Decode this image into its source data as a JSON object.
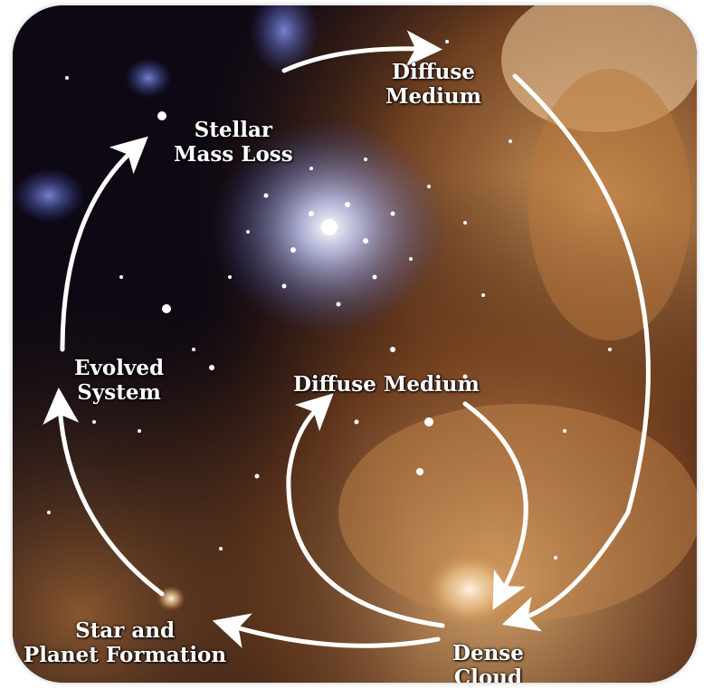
{
  "diagram": {
    "nodes": {
      "diffuse_medium_top": {
        "line1": "Diffuse",
        "line2": "Medium"
      },
      "stellar_mass_loss": {
        "line1": "Stellar",
        "line2": "Mass Loss"
      },
      "evolved_system": {
        "line1": "Evolved",
        "line2": "System"
      },
      "diffuse_medium_center": {
        "text": "Diffuse Medium"
      },
      "star_planet_formation": {
        "line1": "Star and",
        "line2": "Planet Formation"
      },
      "dense_cloud": {
        "line1": "Dense",
        "line2": "Cloud"
      }
    },
    "edges": [
      {
        "from": "stellar_mass_loss",
        "to": "diffuse_medium_top"
      },
      {
        "from": "diffuse_medium_top",
        "to": "dense_cloud"
      },
      {
        "from": "dense_cloud",
        "to": "star_planet_formation"
      },
      {
        "from": "star_planet_formation",
        "to": "evolved_system"
      },
      {
        "from": "evolved_system",
        "to": "stellar_mass_loss"
      },
      {
        "from": "dense_cloud",
        "to": "diffuse_medium_center"
      },
      {
        "from": "diffuse_medium_center",
        "to": "dense_cloud"
      }
    ],
    "arrow_color": "#ffffff",
    "background": "star cluster with nebula"
  }
}
